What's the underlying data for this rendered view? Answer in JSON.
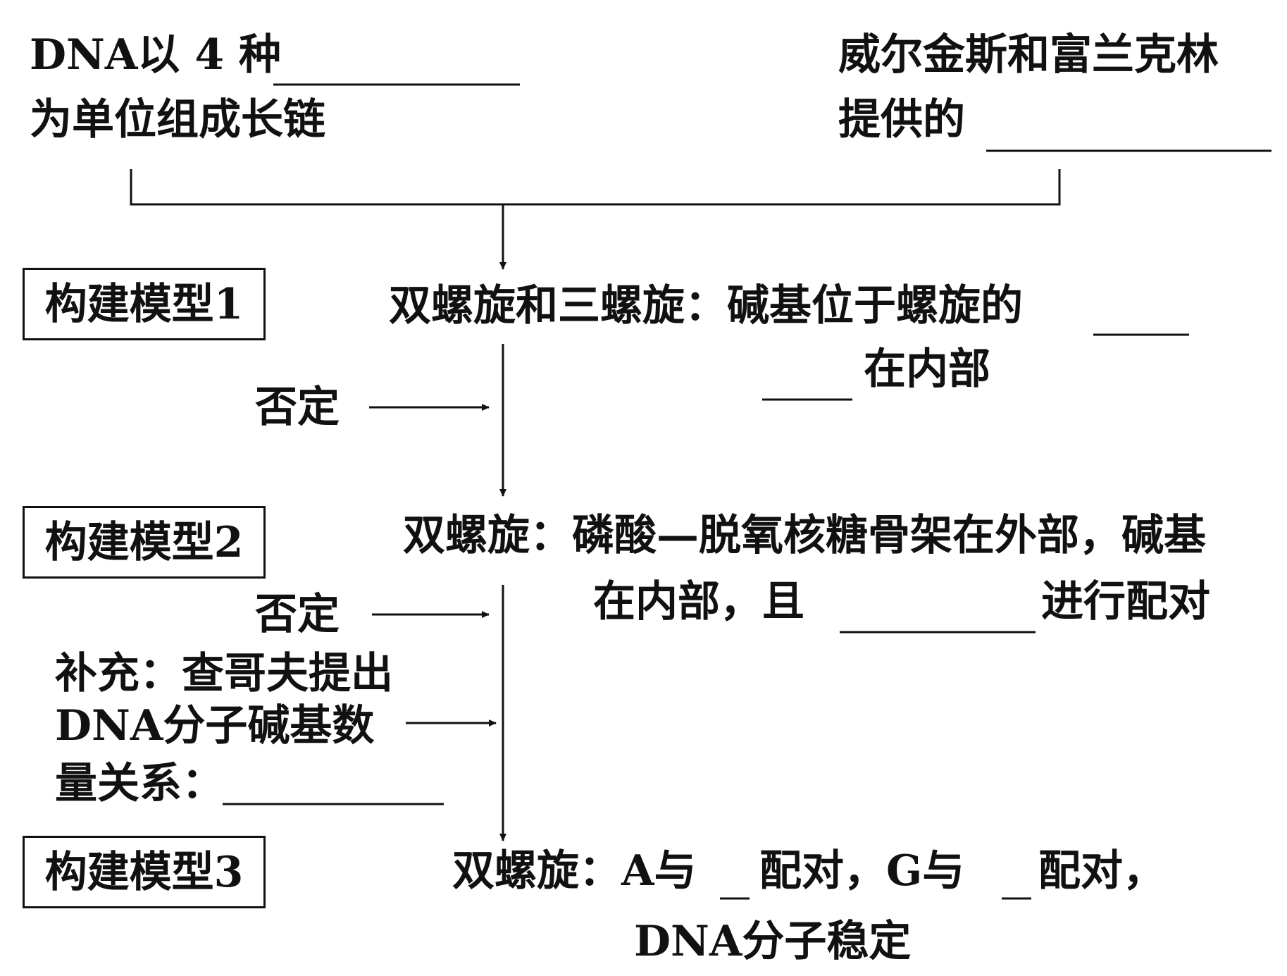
{
  "top_left": {
    "line1": "DNA以 4 种",
    "line2": "为单位组成长链"
  },
  "top_right": {
    "line1": "威尔金斯和富兰克林",
    "line2": "提供的"
  },
  "models": [
    {
      "label": "构建模型1"
    },
    {
      "label": "构建模型2"
    },
    {
      "label": "构建模型3"
    }
  ],
  "model1_desc": {
    "line1": "双螺旋和三螺旋：碱基位于螺旋的",
    "line2": "在内部"
  },
  "negate": [
    "否定",
    "否定"
  ],
  "model2_desc": {
    "line1": "双螺旋：磷酸—脱氧核糖骨架在外部，碱基",
    "line2_a": "在内部，且",
    "line2_b": "进行配对"
  },
  "supplement": {
    "line1": "补充：查哥夫提出",
    "line2": "DNA分子碱基数",
    "line3": "量关系："
  },
  "model3_desc": {
    "line1_a": "双螺旋：A与",
    "line1_b": "配对，G与",
    "line1_c": "配对，",
    "line2": "DNA分子稳定"
  }
}
